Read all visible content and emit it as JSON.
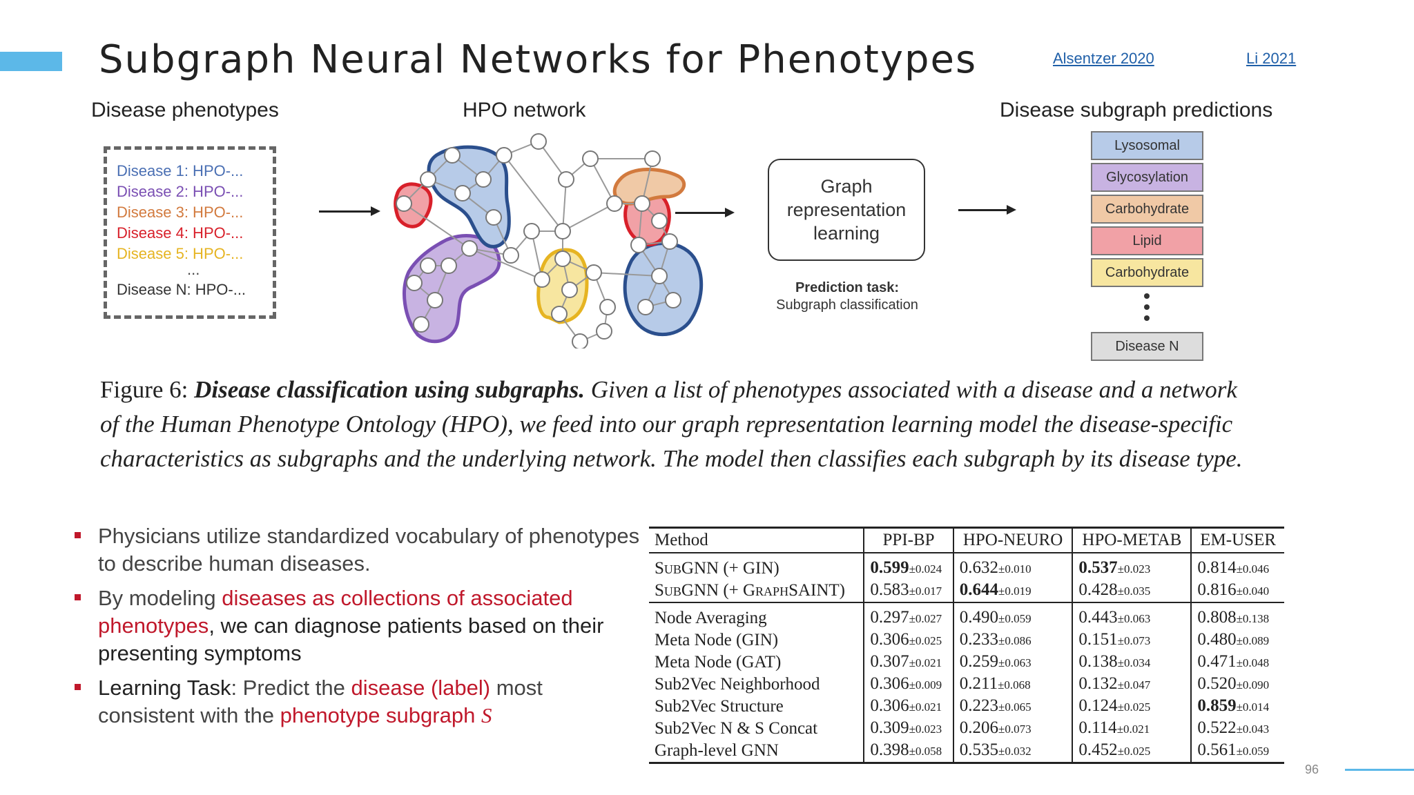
{
  "slide": {
    "title": "Subgraph Neural Networks for Phenotypes",
    "refs": [
      "Alsentzer 2020",
      "Li 2021"
    ],
    "page_number": "96",
    "accent_color": "#5cb8e8"
  },
  "figure": {
    "head_phenotypes": "Disease phenotypes",
    "head_network": "HPO network",
    "head_predictions": "Disease subgraph predictions",
    "diseases": [
      {
        "label": "Disease 1: HPO-...",
        "color": "#4a6fb3"
      },
      {
        "label": "Disease 2: HPO-...",
        "color": "#7a4fb3"
      },
      {
        "label": "Disease 3: HPO-...",
        "color": "#d27a3e"
      },
      {
        "label": "Disease 4: HPO-...",
        "color": "#d8202a"
      },
      {
        "label": "Disease 5: HPO-...",
        "color": "#e6b422"
      },
      {
        "label": "...",
        "color": "#444444"
      },
      {
        "label": "Disease N: HPO-...",
        "color": "#333333"
      }
    ],
    "grl_box": [
      "Graph",
      "representation",
      "learning"
    ],
    "task_title": "Prediction task:",
    "task_sub": "Subgraph classification",
    "predictions": [
      {
        "label": "Lysosomal",
        "color": "#b7cbe8"
      },
      {
        "label": "Glycosylation",
        "color": "#c8b3e2"
      },
      {
        "label": "Carbohydrate",
        "color": "#f0c9a6"
      },
      {
        "label": "Lipid",
        "color": "#f1a1a6"
      },
      {
        "label": "Carbohydrate",
        "color": "#f7e6a0"
      },
      {
        "label": "Disease N",
        "color": "#dddddd"
      }
    ]
  },
  "caption": {
    "prefix": "Figure 6: ",
    "bold": "Disease classification using subgraphs.",
    "text": " Given a list of phenotypes associated with a disease and a network of the Human Phenotype Ontology (HPO), we feed into our graph representation learning model the disease-specific characteristics as subgraphs and the underlying network. The model then classifies each subgraph by its disease type."
  },
  "bullets": {
    "b1": "Physicians utilize standardized vocabulary of phenotypes to describe human diseases.",
    "b2_pre": "By modeling ",
    "b2_red": "diseases as collections of associated phenotypes",
    "b2_post": ", we can diagnose patients based on their presenting symptoms",
    "b3_label": "Learning Task",
    "b3_pre": ": Predict the ",
    "b3_red1": "disease (label)",
    "b3_mid": " most consistent with the ",
    "b3_red2": "phenotype subgraph ",
    "b3_var": "S"
  },
  "table": {
    "headers": [
      "Method",
      "PPI-BP",
      "HPO-NEURO",
      "HPO-METAB",
      "EM-USER"
    ],
    "group1": [
      {
        "method": "SubGNN (+ GIN)",
        "vals": [
          [
            "0.599",
            "±0.024",
            true
          ],
          [
            "0.632",
            "±0.010",
            false
          ],
          [
            "0.537",
            "±0.023",
            true
          ],
          [
            "0.814",
            "±0.046",
            false
          ]
        ]
      },
      {
        "method": "SubGNN (+ GraphSAINT)",
        "vals": [
          [
            "0.583",
            "±0.017",
            false
          ],
          [
            "0.644",
            "±0.019",
            true
          ],
          [
            "0.428",
            "±0.035",
            false
          ],
          [
            "0.816",
            "±0.040",
            false
          ]
        ]
      }
    ],
    "group2": [
      {
        "method": "Node Averaging",
        "vals": [
          [
            "0.297",
            "±0.027",
            false
          ],
          [
            "0.490",
            "±0.059",
            false
          ],
          [
            "0.443",
            "±0.063",
            false
          ],
          [
            "0.808",
            "±0.138",
            false
          ]
        ]
      },
      {
        "method": "Meta Node (GIN)",
        "vals": [
          [
            "0.306",
            "±0.025",
            false
          ],
          [
            "0.233",
            "±0.086",
            false
          ],
          [
            "0.151",
            "±0.073",
            false
          ],
          [
            "0.480",
            "±0.089",
            false
          ]
        ]
      },
      {
        "method": "Meta Node (GAT)",
        "vals": [
          [
            "0.307",
            "±0.021",
            false
          ],
          [
            "0.259",
            "±0.063",
            false
          ],
          [
            "0.138",
            "±0.034",
            false
          ],
          [
            "0.471",
            "±0.048",
            false
          ]
        ]
      },
      {
        "method": "Sub2Vec Neighborhood",
        "vals": [
          [
            "0.306",
            "±0.009",
            false
          ],
          [
            "0.211",
            "±0.068",
            false
          ],
          [
            "0.132",
            "±0.047",
            false
          ],
          [
            "0.520",
            "±0.090",
            false
          ]
        ]
      },
      {
        "method": "Sub2Vec Structure",
        "vals": [
          [
            "0.306",
            "±0.021",
            false
          ],
          [
            "0.223",
            "±0.065",
            false
          ],
          [
            "0.124",
            "±0.025",
            false
          ],
          [
            "0.859",
            "±0.014",
            true
          ]
        ]
      },
      {
        "method": "Sub2Vec N & S Concat",
        "vals": [
          [
            "0.309",
            "±0.023",
            false
          ],
          [
            "0.206",
            "±0.073",
            false
          ],
          [
            "0.114",
            "±0.021",
            false
          ],
          [
            "0.522",
            "±0.043",
            false
          ]
        ]
      },
      {
        "method": "Graph-level GNN",
        "vals": [
          [
            "0.398",
            "±0.058",
            false
          ],
          [
            "0.535",
            "±0.032",
            false
          ],
          [
            "0.452",
            "±0.025",
            false
          ],
          [
            "0.561",
            "±0.059",
            false
          ]
        ]
      }
    ]
  }
}
